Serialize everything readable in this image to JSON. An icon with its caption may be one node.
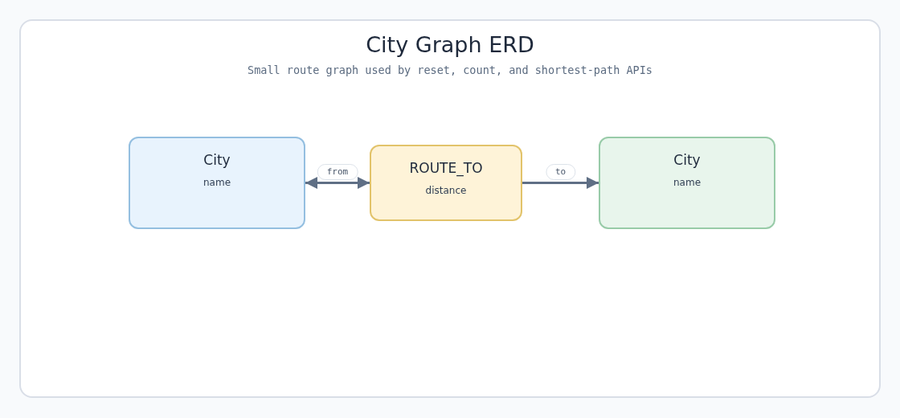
{
  "diagram": {
    "title": "City Graph ERD",
    "nodes": [
      {
        "text": [
          "City",
          "name"
        ]
      },
      {
        "text": [
          "ROUTE_TO",
          "distance"
        ]
      },
      {
        "text": [
          "City",
          "name"
        ]
      }
    ],
    "edges": [
      {
        "from": 1,
        "to": 0,
        "arrow": "both",
        "label": "from"
      },
      {
        "from": 1,
        "to": 2,
        "arrow": "to",
        "label": "to"
      }
    ],
    "labels": [
      "Small route graph used by reset, count, and shortest-path APIs"
    ]
  }
}
